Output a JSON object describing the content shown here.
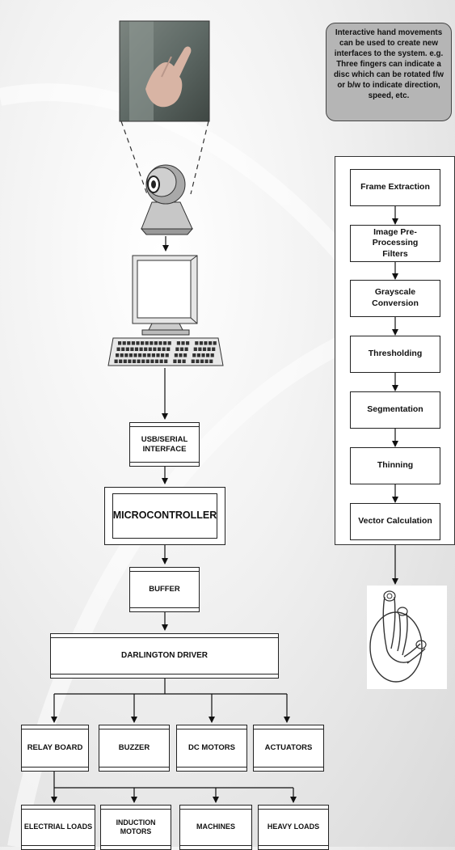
{
  "note": "Interactive hand movements can be used to create new interfaces to the system. e.g. Three fingers can indicate a disc which can be rotated f/w or b/w to indicate direction, speed, etc.",
  "processing_steps": [
    [
      "Frame Extraction"
    ],
    [
      "Image Pre-Processing",
      "Filters"
    ],
    [
      "Grayscale Conversion"
    ],
    [
      "Thresholding"
    ],
    [
      "Segmentation"
    ],
    [
      "Thinning"
    ],
    [
      "Vector Calculation"
    ]
  ],
  "interface": [
    "USB/SERIAL",
    "INTERFACE"
  ],
  "microcontroller": "MICROCONTROLLER",
  "buffer": "BUFFER",
  "driver": "DARLINGTON DRIVER",
  "outputs": [
    "RELAY BOARD",
    "BUZZER",
    "DC MOTORS",
    "ACTUATORS"
  ],
  "loads": [
    "ELECTRIAL LOADS",
    "INDUCTION MOTORS",
    "MACHINES",
    "HEAVY LOADS"
  ]
}
